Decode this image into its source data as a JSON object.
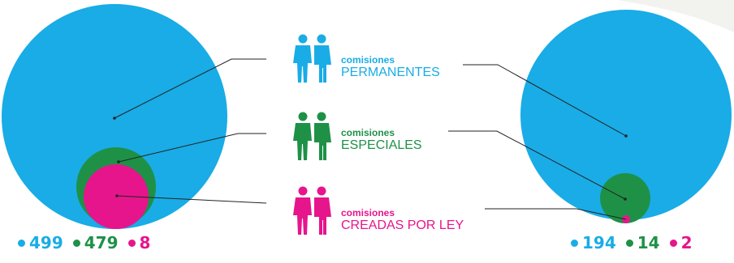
{
  "colors": {
    "permanentes": "#19ACE6",
    "especiales": "#1E9147",
    "creadas_por_ley": "#E6158C"
  },
  "categories": [
    {
      "key": "permanentes",
      "small": "comisiones",
      "big": "PERMANENTES"
    },
    {
      "key": "especiales",
      "small": "comisiones",
      "big": "ESPECIALES"
    },
    {
      "key": "creadas_por_ley",
      "small": "comisiones",
      "big": "CREADAS POR LEY"
    }
  ],
  "left_group": {
    "values": {
      "permanentes": "499",
      "especiales": "479",
      "creadas_por_ley": "8"
    }
  },
  "right_group": {
    "values": {
      "permanentes": "194",
      "especiales": "14",
      "creadas_por_ley": "2"
    }
  }
}
